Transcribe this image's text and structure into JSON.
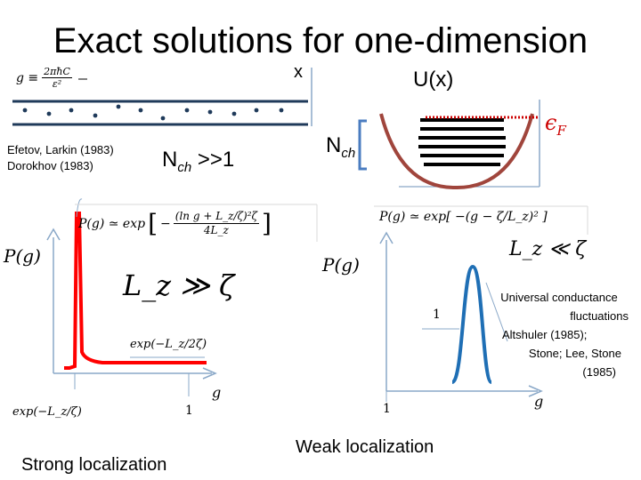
{
  "title": "Exact solutions for one-dimension",
  "top_left": {
    "formula": "g ≡ 2πħC / ε²",
    "formula_lhs": "g ≡",
    "formula_num": "2πħC",
    "formula_den": "ε²",
    "x_label": "x"
  },
  "potential": {
    "label": "U(x)",
    "nch_label": "N",
    "nch_sub": "ch",
    "fermi_label": "ϵ",
    "fermi_sub": "F"
  },
  "references": {
    "left": [
      "Efetov, Larkin (1983)",
      "Dorokhov (1983)"
    ],
    "right": [
      "Universal conductance",
      "fluctuations",
      "Altshuler (1985);",
      "Stone; Lee, Stone",
      "(1985)"
    ]
  },
  "condition": {
    "n": "N",
    "sub": "ch",
    "rest": " >>1"
  },
  "left_plot": {
    "formula": "P(g) ≃ exp[ −(ln g + L_z/ζ)²ζ / 4L_z ]",
    "f_pre": "P(g) ≃ exp",
    "f_num": "(ln g + L_z/ζ)²ζ",
    "f_den": "4L_z",
    "ylabel": "P(g)",
    "regime": "L_z ≫ ζ",
    "tail_label": "exp(−L_z/2ζ)",
    "bottom_label": "exp(−L_z/ζ)",
    "xlabel": "g",
    "x_tick": "1",
    "caption": "Strong localization",
    "color": "#ff0000"
  },
  "right_plot": {
    "formula": "P(g) ≃ exp[ −(g − ζ/L_z)² ]",
    "ylabel": "P(g)",
    "regime": "L_z ≪ ζ",
    "mark": "1",
    "xlabel": "g",
    "x_tick": "1",
    "caption": "Weak localization",
    "color": "#1f6fb5"
  },
  "colors": {
    "wire": "#1f3a5a",
    "well": "#a0453c",
    "fermi": "#cc0000",
    "axis": "#8aa8c8",
    "bracket": "#4a7cc0"
  }
}
